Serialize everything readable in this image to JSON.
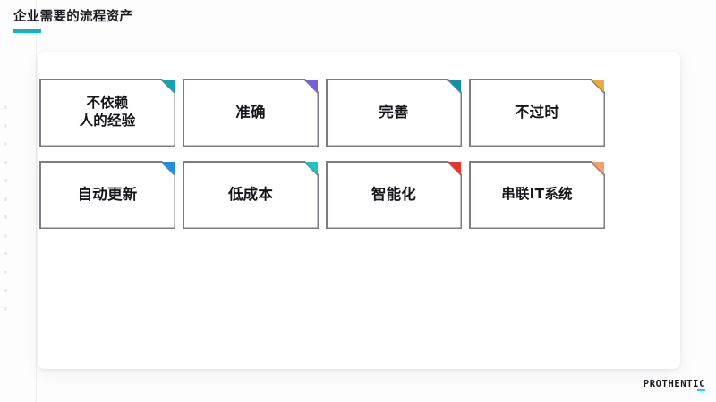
{
  "slide": {
    "title": "企业需要的流程资产",
    "accent_color": "#0bb4c8",
    "background": "#fdfdfd",
    "panel_color": "#ffffff"
  },
  "cards": [
    {
      "label": "不依赖\n人的经验",
      "fold_color": "#0aa5b8",
      "two_line": true
    },
    {
      "label": "准确",
      "fold_color": "#7b5ce8",
      "two_line": false
    },
    {
      "label": "完善",
      "fold_color": "#0a93a8",
      "two_line": false
    },
    {
      "label": "不过时",
      "fold_color": "#f0a93c",
      "two_line": false
    },
    {
      "label": "自动更新",
      "fold_color": "#1e8fe8",
      "two_line": false
    },
    {
      "label": "低成本",
      "fold_color": "#18c8bd",
      "two_line": false
    },
    {
      "label": "智能化",
      "fold_color": "#e8342a",
      "two_line": false
    },
    {
      "label": "串联IT系统",
      "fold_color": "#f5a06a",
      "two_line": false
    }
  ],
  "logo": {
    "text": "PROTHENTIC",
    "accent_color": "#19d3e0"
  }
}
